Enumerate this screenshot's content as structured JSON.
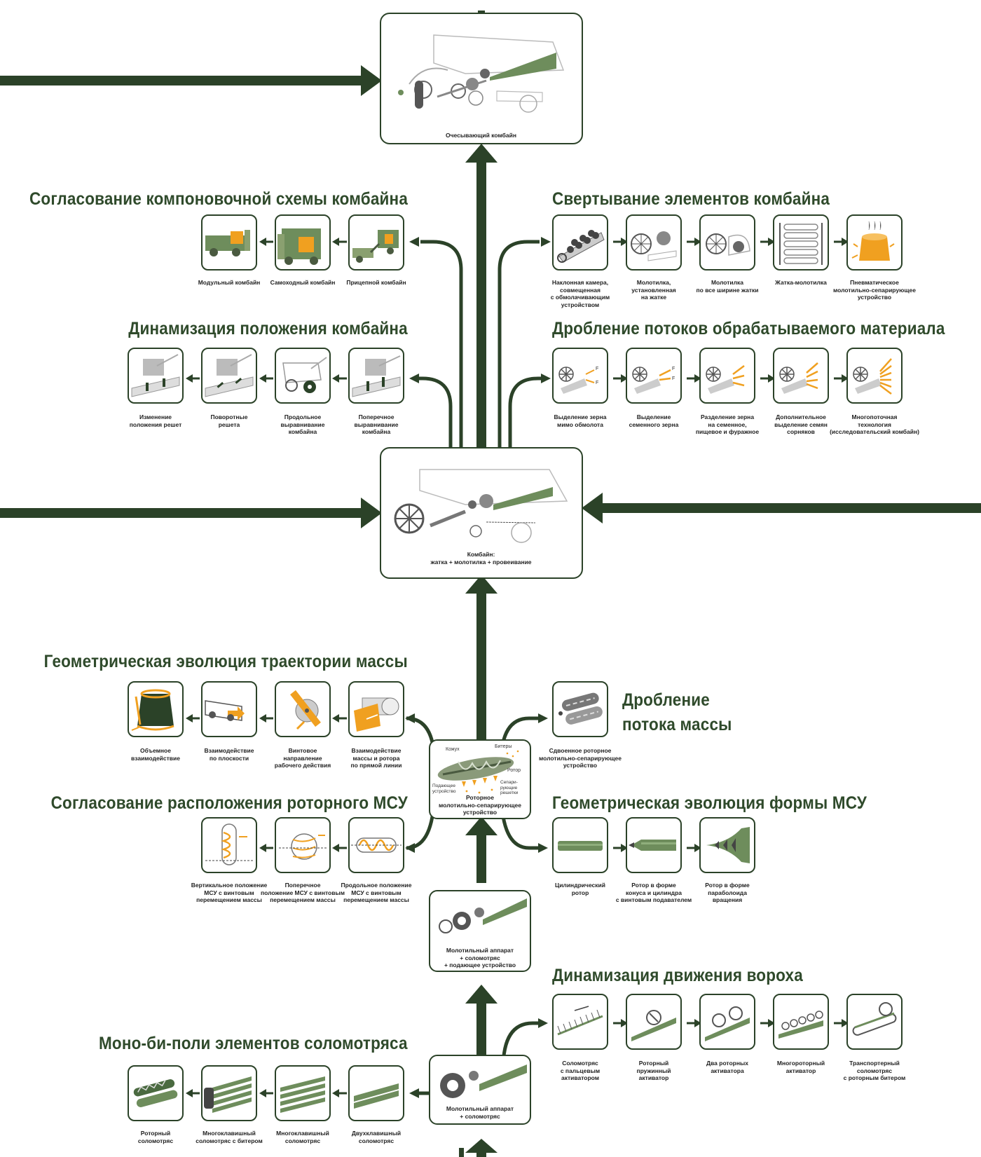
{
  "colors": {
    "dark_green": "#2b4228",
    "title_green": "#2f4a2b",
    "machine_green": "#6e8d5c",
    "accent_orange": "#f0a020",
    "grey": "#bfbfbf"
  },
  "hubs": {
    "top": "Очесывающий комбайн",
    "middle": "Комбайн:\nжатка + молотилка + провеивание",
    "rotor": "Роторное\nмолотильно-сепарирующее\nустройство",
    "thresher_feeder": "Молотильный аппарат\n+ соломотряс\n+ подающее устройство",
    "thresher": "Молотильный аппарат\n+ соломотряс"
  },
  "rotor_labels": {
    "kozhukh": "Кожух",
    "bitery": "Битеры",
    "rotor": "Ротор",
    "podayushchee": "Подающее\nустройство",
    "separ": "Сепари-\nрующие\nрешетки"
  },
  "sections": {
    "layout_scheme": {
      "title": "Согласование компоновочной схемы комбайна",
      "items": [
        "Модульный комбайн",
        "Самоходный комбайн",
        "Прицепной комбайн"
      ]
    },
    "folding": {
      "title": "Свертывание элементов комбайна",
      "items": [
        "Наклонная камера,\nсовмещенная\nс обмолачивающим\nустройством",
        "Молотилка,\nустановленная\nна жатке",
        "Молотилка\nпо все ширине жатки",
        "Жатка-молотилка",
        "Пневматическое\nмолотильно-сепарирующее\nустройство"
      ]
    },
    "position_dynamics": {
      "title": "Динамизация положения комбайна",
      "items": [
        "Изменение\nположения решет",
        "Поворотные\nрешета",
        "Продольное\nвыравнивание\nкомбайна",
        "Поперечное\nвыравнивание\nкомбайна"
      ]
    },
    "flow_split": {
      "title": "Дробление потоков обрабатываемого материала",
      "items": [
        "Выделение зерна\nмимо обмолота",
        "Выделение\nсеменного зерна",
        "Разделение зерна\nна семенное,\nпищевое и фуражное",
        "Дополнительное\nвыделение семян\nсорняков",
        "Многопоточная\nтехнология\n(исследовательский комбайн)"
      ]
    },
    "trajectory": {
      "title": "Геометрическая эволюция траектории массы",
      "items": [
        "Объемное\nвзаимодействие",
        "Взаимодействие\nпо плоскости",
        "Винтовое\nнаправление\nрабочего действия",
        "Взаимодействие\nмассы и ротора\nпо прямой линии"
      ]
    },
    "mass_split": {
      "title": "Дробление\nпотока массы",
      "items": [
        "Сдвоенное роторное\nмолотильно-сепарирующее\nустройство"
      ]
    },
    "rotor_position": {
      "title": "Согласование расположения роторного МСУ",
      "items": [
        "Вертикальное положение\nМСУ с винтовым\nперемещением массы",
        "Поперечное\nположение МСУ с винтовым\nперемещением массы",
        "Продольное положение\nМСУ с винтовым\nперемещением массы"
      ]
    },
    "rotor_shape": {
      "title": "Геометрическая эволюция формы МСУ",
      "items": [
        "Цилиндрический\nротор",
        "Ротор в форме\nконуса и цилиндра\nс винтовым подавателем",
        "Ротор в форме\nпараболоида\nвращения"
      ]
    },
    "heap_dynamics": {
      "title": "Динамизация движения вороха",
      "items": [
        "Соломотряс\nс пальцевым\nактиватором",
        "Роторный\nпружинный\nактиватор",
        "Два роторных\nактиватора",
        "Многороторный\nактиватор",
        "Транспортерный\nсоломотряс\nс роторным битером"
      ]
    },
    "straw_walker": {
      "title": "Моно-би-поли элементов соломотряса",
      "items": [
        "Роторный\nсоломотряс",
        "Многоклавишный\nсоломотряс с битером",
        "Многоклавишный\nсоломотряс",
        "Двухклавишный\nсоломотряс"
      ]
    }
  }
}
